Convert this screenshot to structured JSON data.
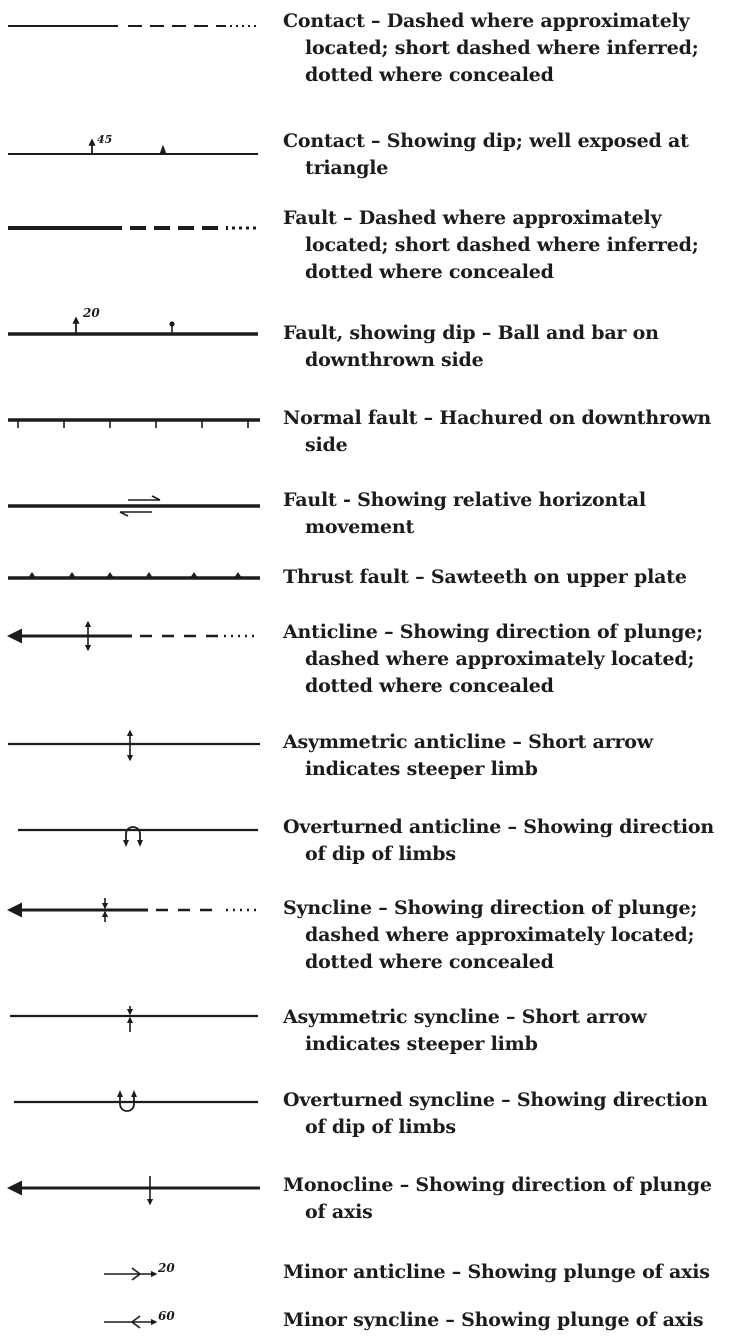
{
  "colors": {
    "ink": "#1c1c1c",
    "background": "#ffffff"
  },
  "legend": {
    "items": [
      {
        "name": "contact",
        "symbol": "contact-line-icon",
        "lines": [
          "Contact – Dashed where approximately",
          "located; short dashed where inferred;",
          "dotted where concealed"
        ]
      },
      {
        "name": "contact-dip",
        "symbol": "contact-dip-icon",
        "dip_label": "45",
        "lines": [
          "Contact – Showing dip; well exposed at",
          "triangle"
        ]
      },
      {
        "name": "fault",
        "symbol": "fault-line-icon",
        "lines": [
          "Fault – Dashed where approximately",
          "located; short dashed where inferred;",
          "dotted where concealed"
        ]
      },
      {
        "name": "fault-dip",
        "symbol": "fault-dip-icon",
        "dip_label": "20",
        "lines": [
          "Fault, showing dip – Ball and bar on",
          "downthrown side"
        ]
      },
      {
        "name": "normal-fault",
        "symbol": "normal-fault-icon",
        "lines": [
          "Normal fault – Hachured on downthrown",
          "side"
        ]
      },
      {
        "name": "horizontal-movement-fault",
        "symbol": "strike-slip-fault-icon",
        "lines": [
          "Fault  - Showing relative horizontal",
          "movement"
        ]
      },
      {
        "name": "thrust-fault",
        "symbol": "thrust-fault-icon",
        "lines": [
          "Thrust fault – Sawteeth on upper plate"
        ]
      },
      {
        "name": "anticline",
        "symbol": "anticline-icon",
        "lines": [
          "Anticline – Showing direction of plunge;",
          "dashed where approximately located;",
          "dotted where concealed"
        ]
      },
      {
        "name": "asymmetric-anticline",
        "symbol": "asymmetric-anticline-icon",
        "lines": [
          "Asymmetric anticline – Short arrow",
          "indicates steeper limb"
        ]
      },
      {
        "name": "overturned-anticline",
        "symbol": "overturned-anticline-icon",
        "lines": [
          "Overturned anticline – Showing direction",
          "of dip of limbs"
        ]
      },
      {
        "name": "syncline",
        "symbol": "syncline-icon",
        "lines": [
          "Syncline – Showing direction of plunge;",
          "dashed where approximately located;",
          "dotted where concealed"
        ]
      },
      {
        "name": "asymmetric-syncline",
        "symbol": "asymmetric-syncline-icon",
        "lines": [
          "Asymmetric syncline – Short arrow",
          "indicates steeper limb"
        ]
      },
      {
        "name": "overturned-syncline",
        "symbol": "overturned-syncline-icon",
        "lines": [
          "Overturned syncline – Showing direction",
          "of dip of limbs"
        ]
      },
      {
        "name": "monocline",
        "symbol": "monocline-icon",
        "lines": [
          "Monocline – Showing direction of plunge",
          "of axis"
        ]
      },
      {
        "name": "minor-anticline",
        "symbol": "minor-anticline-icon",
        "dip_label": "20",
        "lines": [
          "Minor anticline – Showing plunge of axis"
        ]
      },
      {
        "name": "minor-syncline",
        "symbol": "minor-syncline-icon",
        "dip_label": "60",
        "lines": [
          "Minor syncline – Showing plunge of axis"
        ]
      }
    ]
  }
}
